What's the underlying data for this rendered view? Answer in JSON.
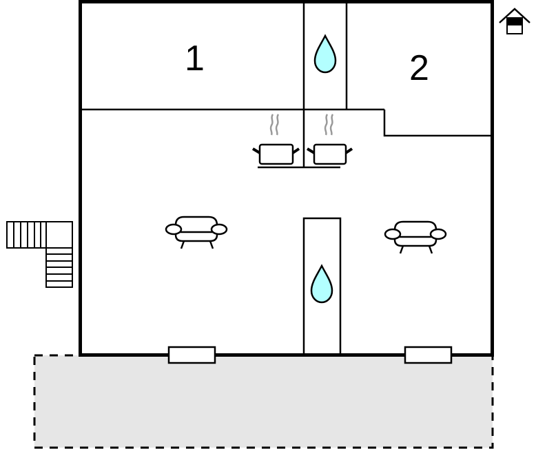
{
  "floorplan": {
    "rooms": [
      {
        "id": "bedroom-1",
        "label": "1"
      },
      {
        "id": "bedroom-2",
        "label": "2"
      }
    ],
    "icons": {
      "home": "home-icon",
      "bathroom_top": "water-drop-icon",
      "bathroom_bottom": "water-drop-icon",
      "kitchen_left": "cooking-pot-icon",
      "kitchen_right": "cooking-pot-icon",
      "sofa_left": "sofa-icon",
      "sofa_right": "sofa-icon",
      "stairs": "stairs-icon"
    },
    "colors": {
      "wall": "#000000",
      "water": "#b3ffff",
      "terrace": "#e6e6e6",
      "steam": "#999999",
      "background": "#ffffff"
    }
  }
}
